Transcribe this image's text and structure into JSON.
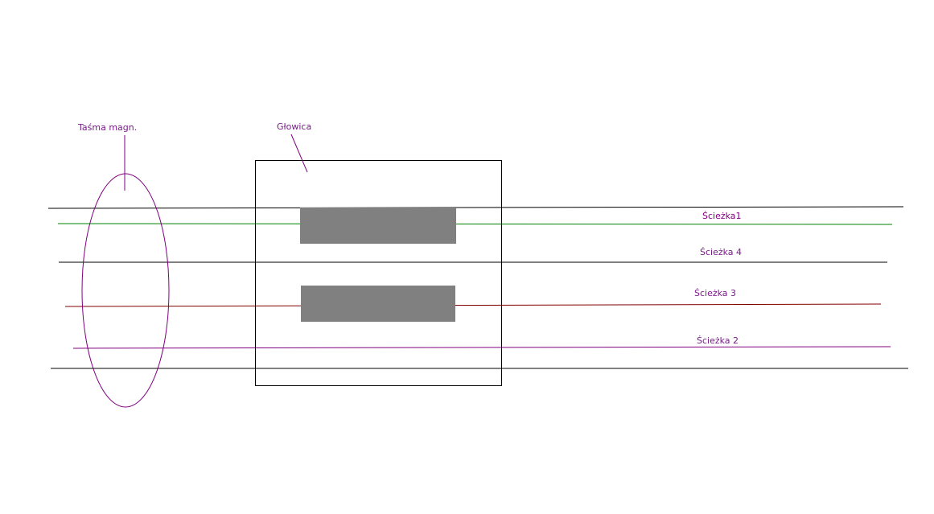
{
  "labels": {
    "tape": "Taśma magn.",
    "head": "Głowica",
    "track1": "Ścieżka1",
    "track4": "Ścieżka 4",
    "track3": "Ścieżka 3",
    "track2": "Ścieżka 2"
  },
  "colors": {
    "background": "#ffffff",
    "edge_line": "#000000",
    "track1": "#008000",
    "track4": "#000000",
    "track3": "#800000",
    "track2": "#800080",
    "tape_outline": "#800080",
    "head_outline": "#000000",
    "head_gap": "#808080",
    "label_text": "#7a1a8a"
  }
}
